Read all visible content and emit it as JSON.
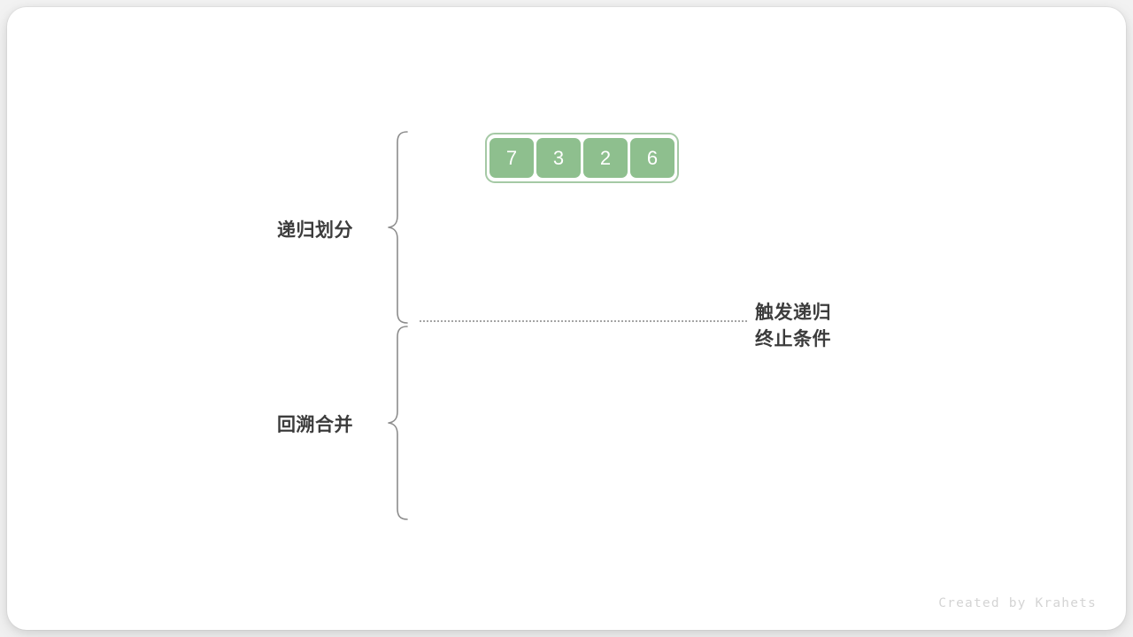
{
  "page": {
    "background_color": "#f2f2f2",
    "card_color": "#ffffff",
    "watermark": "Created by Krahets"
  },
  "diagram": {
    "title_divide": "递归划分",
    "title_merge": "回溯合并",
    "annotation_line1": "触发递归",
    "annotation_line2": "终止条件",
    "array": {
      "values": [
        "7",
        "3",
        "2",
        "6"
      ],
      "cell_color": "#8ebf8e",
      "border_color": "#a5c9a5",
      "text_color": "#ffffff"
    },
    "brace_color": "#8c8c8c",
    "divider_color": "#8c8c8c",
    "label_color": "#3c3c3c"
  }
}
